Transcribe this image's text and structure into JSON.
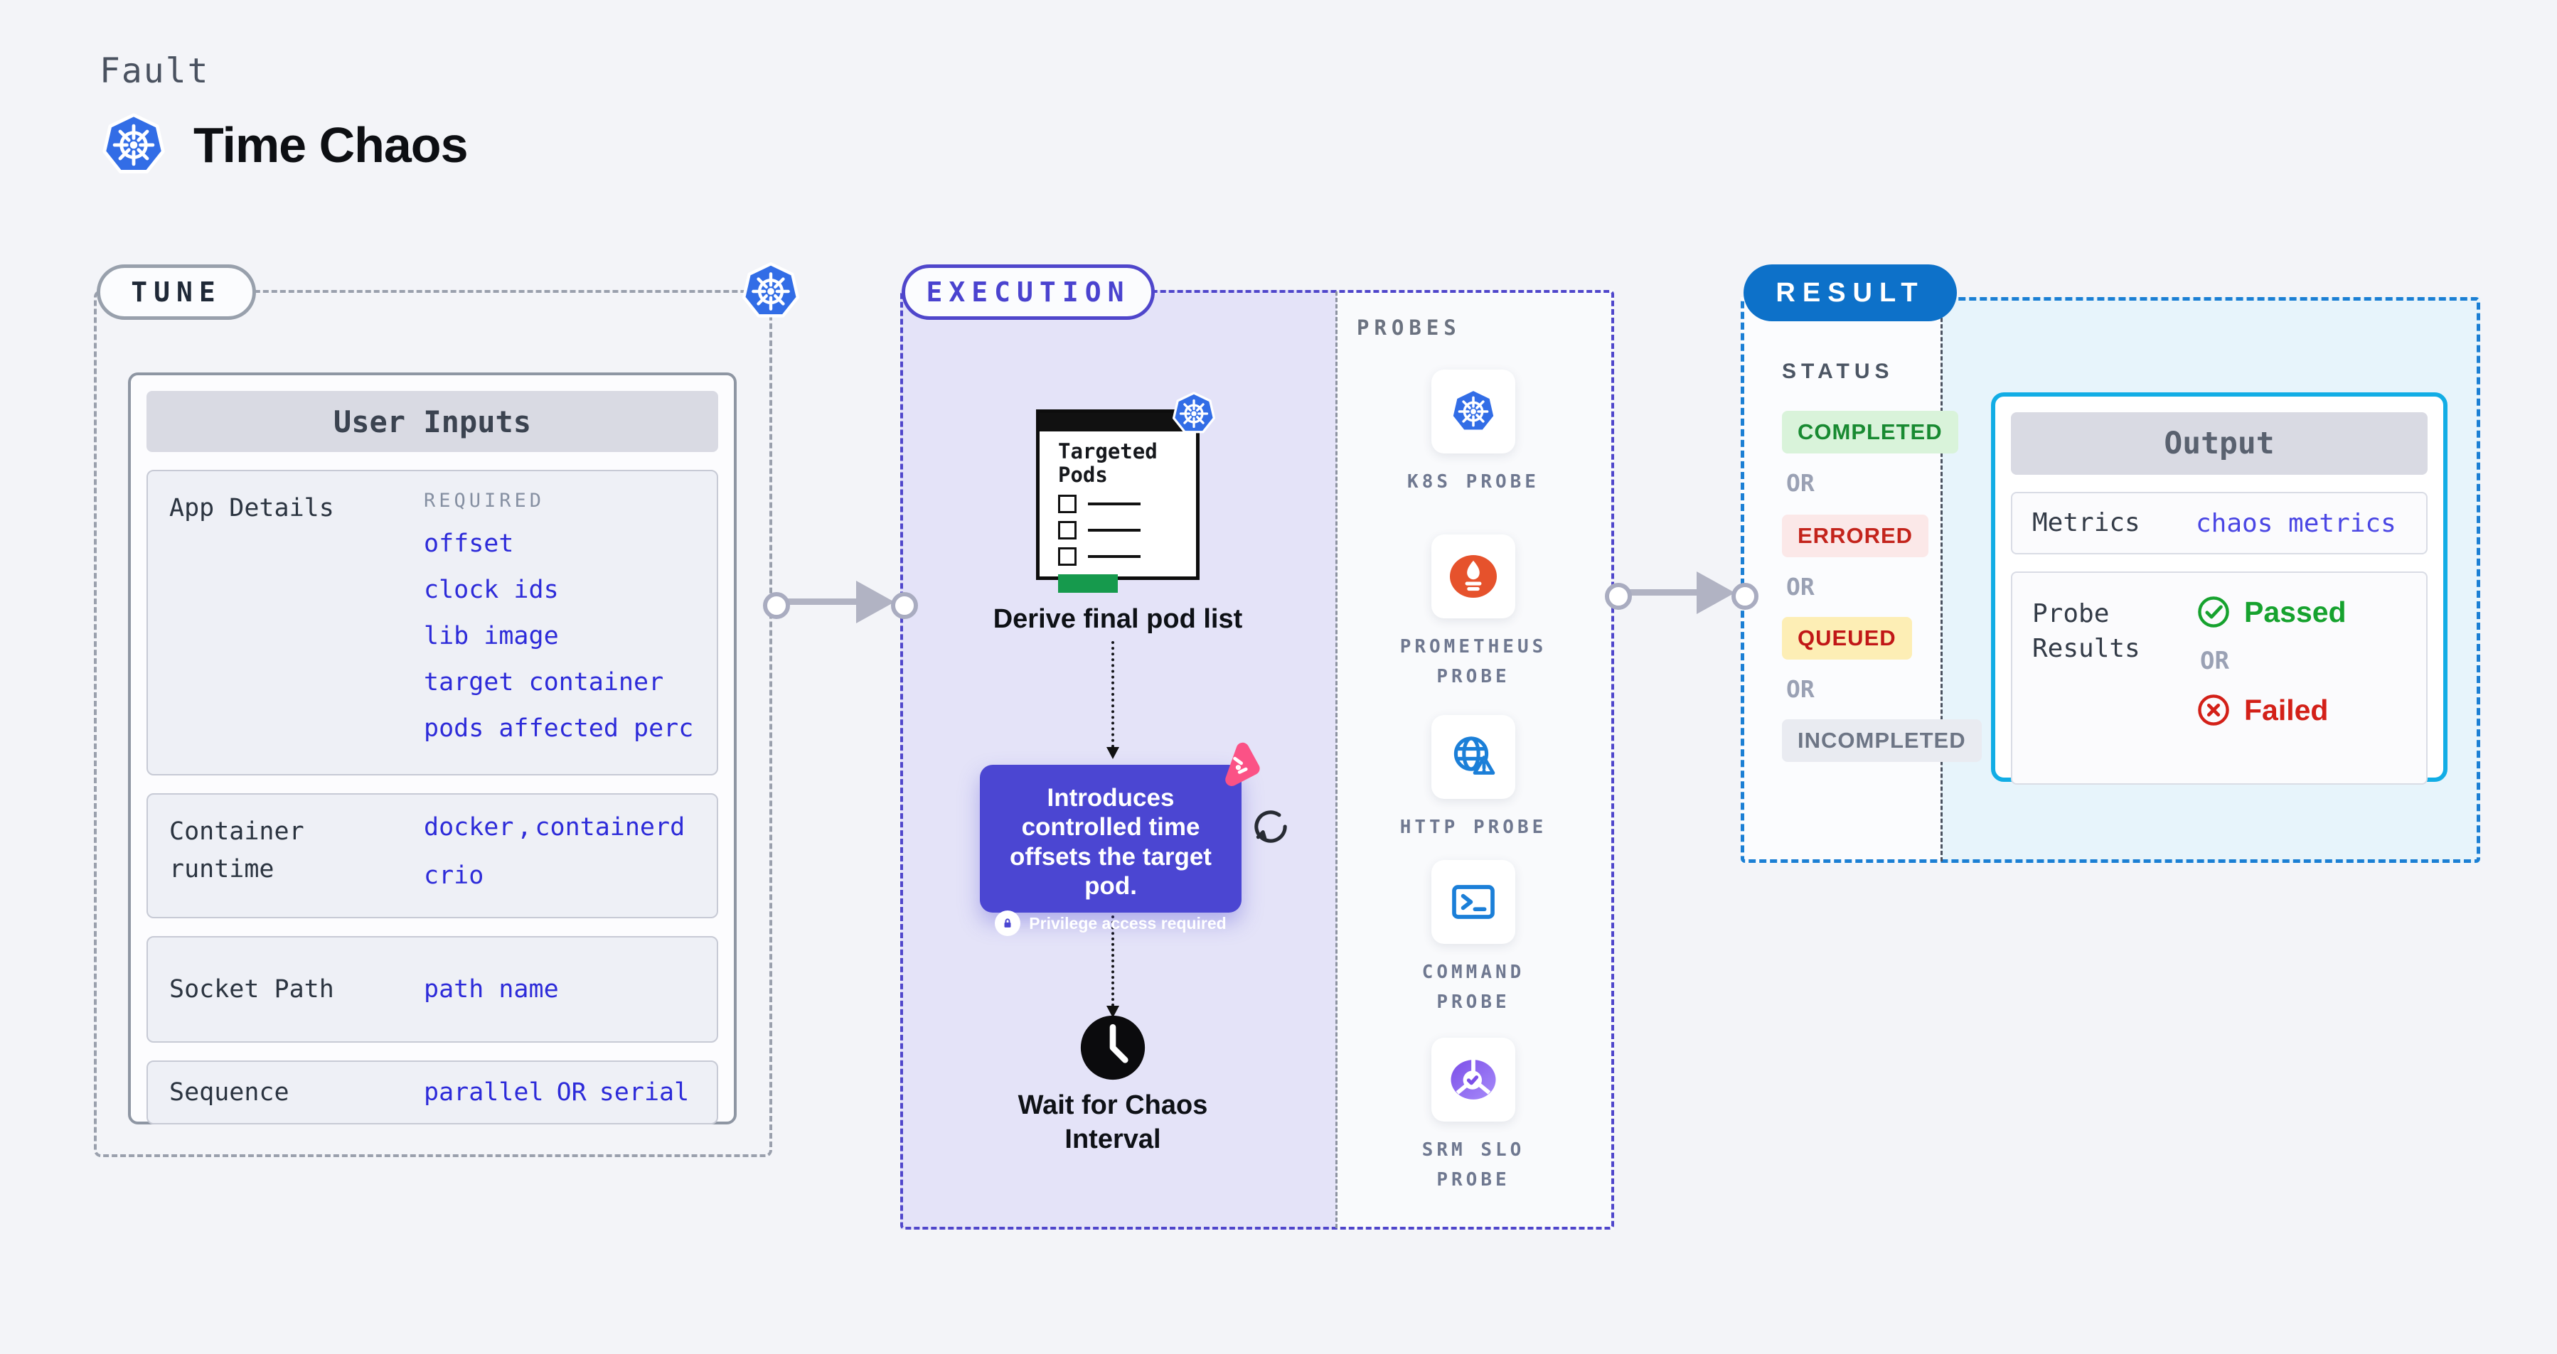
{
  "header": {
    "eyebrow": "Fault",
    "title": "Time Chaos"
  },
  "tune": {
    "badge": "TUNE",
    "user_inputs_title": "User Inputs",
    "app_details": {
      "label": "App Details",
      "required_label": "REQUIRED",
      "links": [
        "offset",
        "clock ids",
        "lib image",
        "target container",
        "pods affected perc"
      ]
    },
    "container_runtime": {
      "label": "Container runtime",
      "value_a": "docker",
      "separator": ",",
      "value_b": "containerd",
      "value_c": "crio"
    },
    "socket_path": {
      "label": "Socket Path",
      "value": "path name"
    },
    "sequence": {
      "label": "Sequence",
      "value_a": "parallel",
      "or": "OR",
      "value_b": "serial"
    }
  },
  "execution": {
    "badge": "EXECUTION",
    "targeted_pods_title": "Targeted Pods",
    "derive_label": "Derive final pod list",
    "tooltip": {
      "text": "Introduces controlled time offsets the target pod.",
      "note": "Privilege access required"
    },
    "wait_label": "Wait for Chaos Interval"
  },
  "probes": {
    "title": "PROBES",
    "items": [
      {
        "label": "K8S PROBE",
        "icon": "kubernetes-icon"
      },
      {
        "label": "PROMETHEUS PROBE",
        "icon": "prometheus-icon"
      },
      {
        "label": "HTTP PROBE",
        "icon": "globe-warning-icon"
      },
      {
        "label": "COMMAND PROBE",
        "icon": "terminal-icon"
      },
      {
        "label": "SRM SLO PROBE",
        "icon": "slo-chart-icon"
      }
    ]
  },
  "result": {
    "badge": "RESULT",
    "status_title": "STATUS",
    "or_label": "OR",
    "statuses": [
      {
        "label": "COMPLETED",
        "fg": "#188a31",
        "bg": "#d9f3da"
      },
      {
        "label": "ERRORED",
        "fg": "#c3241c",
        "bg": "#fbe8e8"
      },
      {
        "label": "QUEUED",
        "fg": "#c11717",
        "bg": "#fdeeb5"
      },
      {
        "label": "INCOMPLETED",
        "fg": "#6d7585",
        "bg": "#e9ebf1"
      }
    ],
    "output": {
      "title": "Output",
      "metrics_label": "Metrics",
      "metrics_value": "chaos metrics",
      "probe_results_label": "Probe Results",
      "passed": "Passed",
      "or": "OR",
      "failed": "Failed"
    }
  },
  "colors": {
    "page_bg": "#f3f4f8",
    "link_blue": "#2d2bd9",
    "or_light_blue": "#5f9df5",
    "indigo_accent": "#4b46d2",
    "execution_bg": "#e4e3f8",
    "result_badge_blue": "#0d71c9",
    "result_border_blue": "#1b7fd4",
    "output_border_cyan": "#12ade5",
    "result_area_bg": "#e7f4fb",
    "passed_green": "#16a22e",
    "failed_red": "#d32018",
    "kubernetes_blue": "#326de6",
    "prometheus_orange": "#e6522c",
    "chaos_pink": "#fb5286",
    "progress_green": "#169a4d"
  }
}
